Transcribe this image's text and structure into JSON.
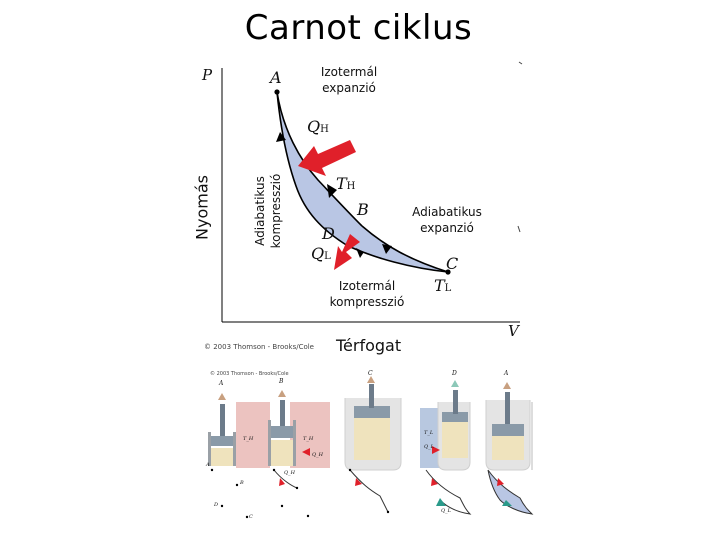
{
  "title": "Carnot ciklus",
  "diagram": {
    "axis_y": "P",
    "axis_x": "V",
    "ylabel": "Nyomás",
    "xlabel": "Térfogat",
    "points": {
      "A": "A",
      "B": "B",
      "C": "C",
      "D": "D"
    },
    "heat_in": {
      "q": "Q",
      "sub": "H"
    },
    "heat_out": {
      "q": "Q",
      "sub": "L"
    },
    "temp_hot": {
      "t": "T",
      "sub": "H"
    },
    "temp_cold": {
      "t": "T",
      "sub": "L"
    },
    "iso_exp_line1": "Izotermál",
    "iso_exp_line2": "expanzió",
    "adi_exp_line1": "Adiabatikus",
    "adi_exp_line2": "expanzió",
    "iso_comp_line1": "Izotermál",
    "iso_comp_line2": "kompresszió",
    "adi_comp_line1": "Adiabatikus",
    "adi_comp_line2": "kompresszió",
    "credit": "© 2003 Thomson - Brooks/Cole",
    "colors": {
      "cycle_fill": "#b9c6e4",
      "arrow_red": "#e0202a",
      "axis": "#000000"
    }
  },
  "panels": {
    "credit": "© 2003 Thomson - Brooks/Cole",
    "p1": {
      "top": "A",
      "bottom": "B",
      "T": "T_H"
    },
    "p2": {
      "top": "B",
      "T": "T_H",
      "Q": "Q_H"
    },
    "p3": {
      "top": "C"
    },
    "p4": {
      "top": "D",
      "T": "T_L",
      "Q": "Q_L"
    },
    "p5": {
      "top": "A"
    },
    "pts": {
      "A": "A",
      "B": "B",
      "C": "C",
      "D": "D",
      "QH": "Q_H",
      "QL": "Q_L"
    }
  }
}
